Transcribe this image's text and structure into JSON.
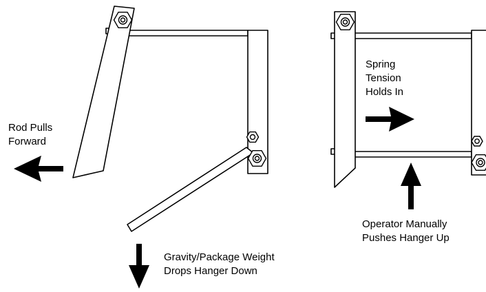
{
  "left_panel": {
    "rod_label_line1": "Rod Pulls",
    "rod_label_line2": "Forward",
    "gravity_label_line1": "Gravity/Package Weight",
    "gravity_label_line2": "Drops Hanger Down"
  },
  "right_panel": {
    "spring_label_line1": "Spring",
    "spring_label_line2": "Tension",
    "spring_label_line3": "Holds In",
    "operator_label_line1": "Operator Manually",
    "operator_label_line2": "Pushes Hanger Up"
  },
  "colors": {
    "line": "#000000",
    "background": "#ffffff"
  },
  "icons": [
    "hex-nut-icon",
    "arrow-left-icon",
    "arrow-down-icon",
    "arrow-right-icon",
    "arrow-up-icon"
  ]
}
